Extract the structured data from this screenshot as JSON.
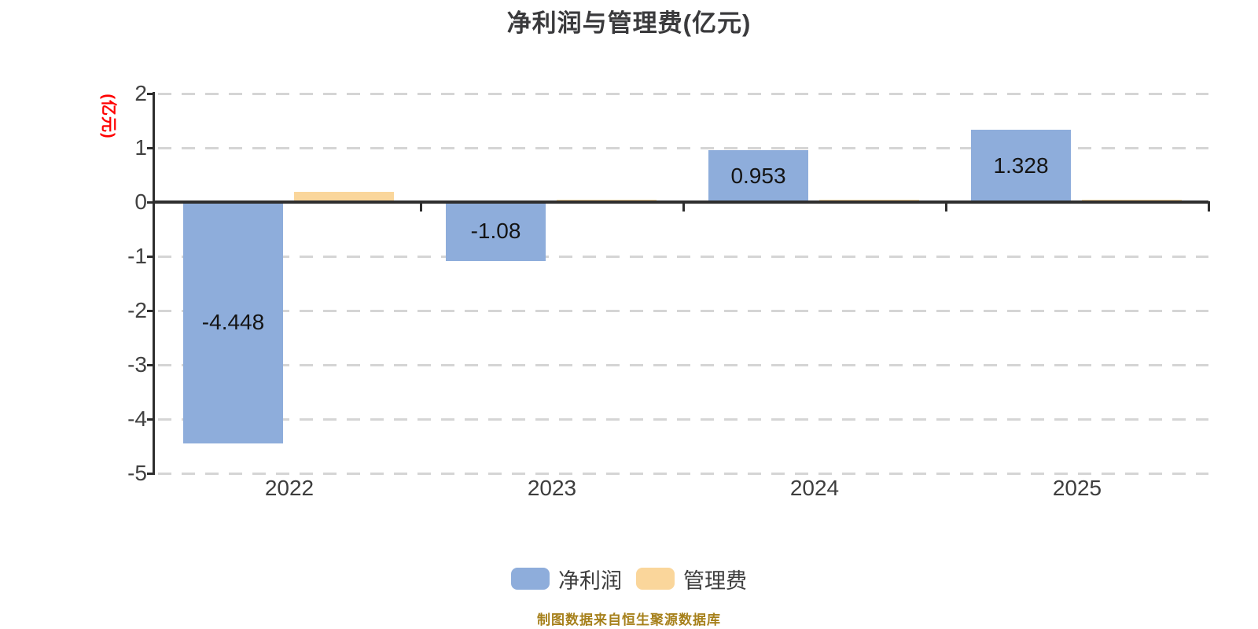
{
  "title": "净利润与管理费(亿元)",
  "y_axis": {
    "unit_label": "(亿元)",
    "unit_label_color": "#FF0000",
    "tick_labels": [
      "2",
      "1",
      "0",
      "-1",
      "-2",
      "-3",
      "-4",
      "-5"
    ],
    "tick_values": [
      2,
      1,
      0,
      -1,
      -2,
      -3,
      -4,
      -5
    ]
  },
  "x_axis": {
    "tick_labels": [
      "2022",
      "2023",
      "2024",
      "2025"
    ]
  },
  "chart_data": {
    "type": "bar",
    "title": "净利润与管理费(亿元)",
    "ylabel": "(亿元)",
    "categories": [
      "2022",
      "2023",
      "2024",
      "2025"
    ],
    "series": [
      {
        "key": "net-profit",
        "name": "净利润",
        "color": "#8EADDB",
        "values": [
          -4.448,
          -1.08,
          0.953,
          1.328
        ],
        "data_labels": [
          "-4.448",
          "-1.08",
          "0.953",
          "1.328"
        ]
      },
      {
        "key": "mgmt-fee",
        "name": "管理费",
        "color": "#FAD69B",
        "values": [
          0.19,
          0.05,
          0.04,
          0.04
        ],
        "data_labels": [
          "",
          "",
          "",
          ""
        ]
      }
    ],
    "ylim": [
      -5,
      2
    ],
    "grid": true,
    "gridline_style": "dashed",
    "legend_position": "bottom"
  },
  "legend": {
    "items": [
      {
        "label": "净利润",
        "color": "#8EADDB"
      },
      {
        "label": "管理费",
        "color": "#FAD69B"
      }
    ]
  },
  "footer": {
    "source_text": "制图数据来自恒生聚源数据库",
    "color": "#A6801B"
  },
  "style_colors": {
    "grid": "#D5D5D5",
    "axis": "#2E2E2E",
    "tick_text": "#414141",
    "bar_label_text": "#141414",
    "title_text": "#3A3A3C",
    "legend_text": "#3D3D3D"
  }
}
